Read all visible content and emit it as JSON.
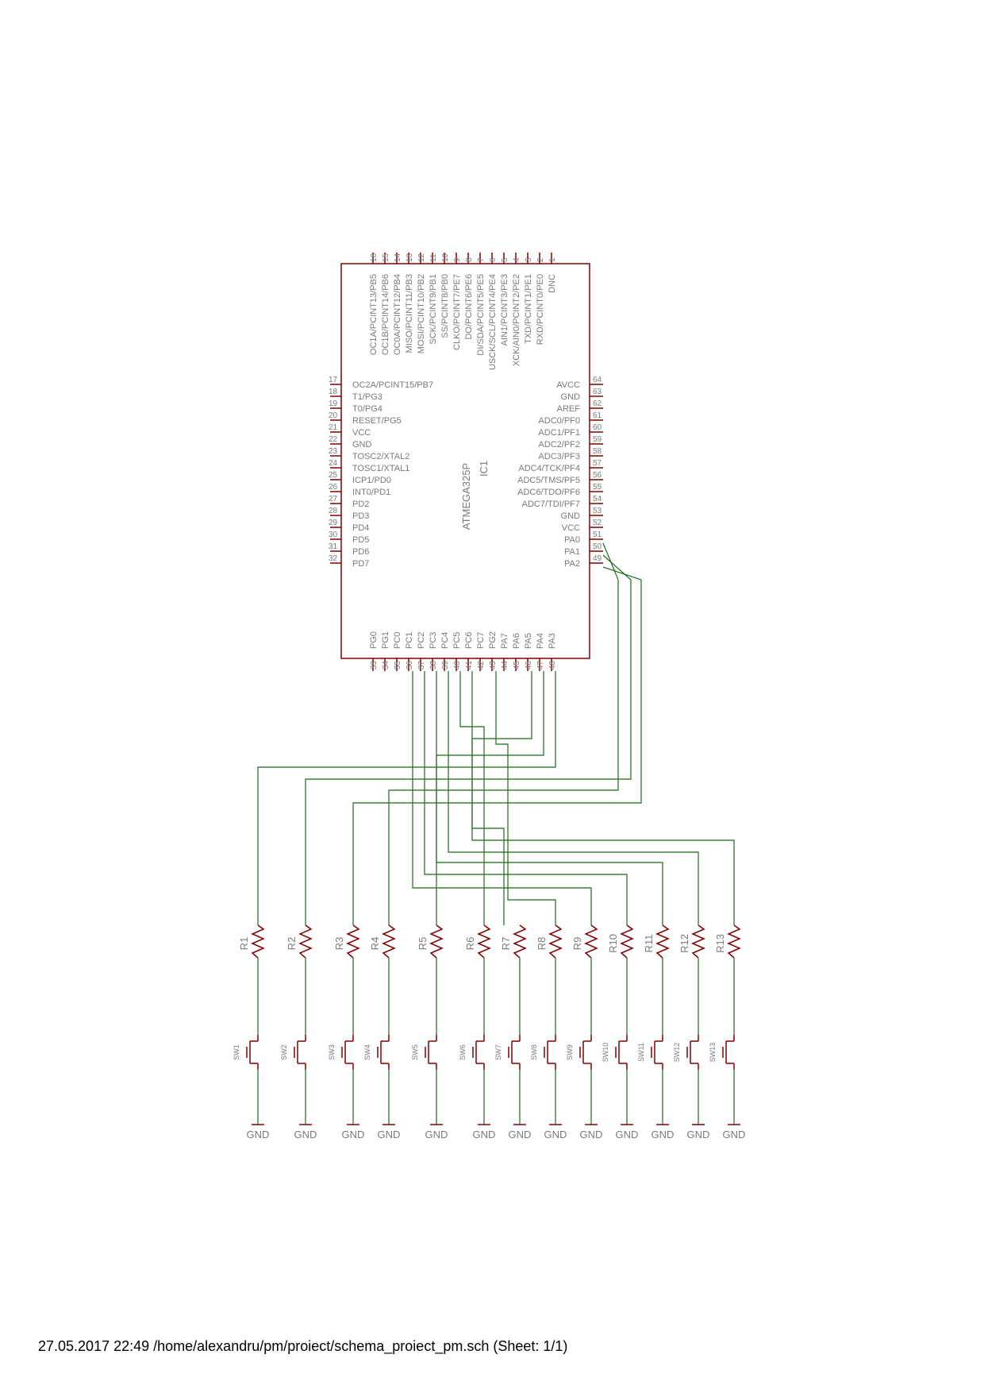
{
  "chip": {
    "part": "ATMEGA325P",
    "ref": "IC1",
    "top_pins": [
      {
        "num": "16",
        "label": "OC1A/PCINT13/PB5"
      },
      {
        "num": "15",
        "label": "OC1B/PCINT14/PB6"
      },
      {
        "num": "14",
        "label": "OC0A/PCINT12/PB4"
      },
      {
        "num": "13",
        "label": "MISO/PCINT11/PB3"
      },
      {
        "num": "12",
        "label": "MOSI/PCINT10/PB2"
      },
      {
        "num": "11",
        "label": "SCK/PCINT9/PB1"
      },
      {
        "num": "10",
        "label": "SS/PCINT8/PB0"
      },
      {
        "num": "9",
        "label": "CLKO/PCINT7/PE7"
      },
      {
        "num": "8",
        "label": "DO/PCINT6/PE6"
      },
      {
        "num": "7",
        "label": "DI/SDA/PCINT5/PE5"
      },
      {
        "num": "6",
        "label": "USCK/SCL/PCINT4/PE4"
      },
      {
        "num": "5",
        "label": "AIN1/PCINT3/PE3"
      },
      {
        "num": "4",
        "label": "XCK/AIN0/PCINT2/PE2"
      },
      {
        "num": "3",
        "label": "TXD/PCINT1/PE1"
      },
      {
        "num": "2",
        "label": "RXD/PCINT0/PE0"
      },
      {
        "num": "1",
        "label": "DNC"
      }
    ],
    "left_pins": [
      {
        "num": "17",
        "label": "OC2A/PCINT15/PB7"
      },
      {
        "num": "18",
        "label": "T1/PG3"
      },
      {
        "num": "19",
        "label": "T0/PG4"
      },
      {
        "num": "20",
        "label": "RESET/PG5"
      },
      {
        "num": "21",
        "label": "VCC"
      },
      {
        "num": "22",
        "label": "GND"
      },
      {
        "num": "23",
        "label": "TOSC2/XTAL2"
      },
      {
        "num": "24",
        "label": "TOSC1/XTAL1"
      },
      {
        "num": "25",
        "label": "ICP1/PD0"
      },
      {
        "num": "26",
        "label": "INT0/PD1"
      },
      {
        "num": "27",
        "label": "PD2"
      },
      {
        "num": "28",
        "label": "PD3"
      },
      {
        "num": "29",
        "label": "PD4"
      },
      {
        "num": "30",
        "label": "PD5"
      },
      {
        "num": "31",
        "label": "PD6"
      },
      {
        "num": "32",
        "label": "PD7"
      }
    ],
    "right_pins": [
      {
        "num": "64",
        "label": "AVCC"
      },
      {
        "num": "63",
        "label": "GND"
      },
      {
        "num": "62",
        "label": "AREF"
      },
      {
        "num": "61",
        "label": "ADC0/PF0"
      },
      {
        "num": "60",
        "label": "ADC1/PF1"
      },
      {
        "num": "59",
        "label": "ADC2/PF2"
      },
      {
        "num": "58",
        "label": "ADC3/PF3"
      },
      {
        "num": "57",
        "label": "ADC4/TCK/PF4"
      },
      {
        "num": "56",
        "label": "ADC5/TMS/PF5"
      },
      {
        "num": "55",
        "label": "ADC6/TDO/PF6"
      },
      {
        "num": "54",
        "label": "ADC7/TDI/PF7"
      },
      {
        "num": "53",
        "label": "GND"
      },
      {
        "num": "52",
        "label": "VCC"
      },
      {
        "num": "51",
        "label": "PA0"
      },
      {
        "num": "50",
        "label": "PA1"
      },
      {
        "num": "49",
        "label": "PA2"
      }
    ],
    "bottom_pins": [
      {
        "num": "33",
        "label": "PG0"
      },
      {
        "num": "34",
        "label": "PG1"
      },
      {
        "num": "35",
        "label": "PC0"
      },
      {
        "num": "36",
        "label": "PC1"
      },
      {
        "num": "37",
        "label": "PC2"
      },
      {
        "num": "38",
        "label": "PC3"
      },
      {
        "num": "39",
        "label": "PC4"
      },
      {
        "num": "40",
        "label": "PC5"
      },
      {
        "num": "41",
        "label": "PC6"
      },
      {
        "num": "42",
        "label": "PC7"
      },
      {
        "num": "43",
        "label": "PG2"
      },
      {
        "num": "44",
        "label": "PA7"
      },
      {
        "num": "45",
        "label": "PA6"
      },
      {
        "num": "46",
        "label": "PA5"
      },
      {
        "num": "47",
        "label": "PA4"
      },
      {
        "num": "48",
        "label": "PA3"
      }
    ]
  },
  "channels": [
    {
      "r": "R1",
      "sw": "SW1",
      "gnd": "GND"
    },
    {
      "r": "R2",
      "sw": "SW2",
      "gnd": "GND"
    },
    {
      "r": "R3",
      "sw": "SW3",
      "gnd": "GND"
    },
    {
      "r": "R4",
      "sw": "SW4",
      "gnd": "GND"
    },
    {
      "r": "R5",
      "sw": "SW5",
      "gnd": "GND"
    },
    {
      "r": "R6",
      "sw": "SW6",
      "gnd": "GND"
    },
    {
      "r": "R7",
      "sw": "SW7",
      "gnd": "GND"
    },
    {
      "r": "R8",
      "sw": "SW8",
      "gnd": "GND"
    },
    {
      "r": "R9",
      "sw": "SW9",
      "gnd": "GND"
    },
    {
      "r": "R10",
      "sw": "SW10",
      "gnd": "GND"
    },
    {
      "r": "R11",
      "sw": "SW11",
      "gnd": "GND"
    },
    {
      "r": "R12",
      "sw": "SW12",
      "gnd": "GND"
    },
    {
      "r": "R13",
      "sw": "SW13",
      "gnd": "GND"
    }
  ],
  "footer": "27.05.2017 22:49  /home/alexandru/pm/proiect/schema_proiect_pm.sch (Sheet: 1/1)",
  "colors": {
    "component": "#800000",
    "wire": "#1a6b1a",
    "text": "#7a7a7a"
  }
}
